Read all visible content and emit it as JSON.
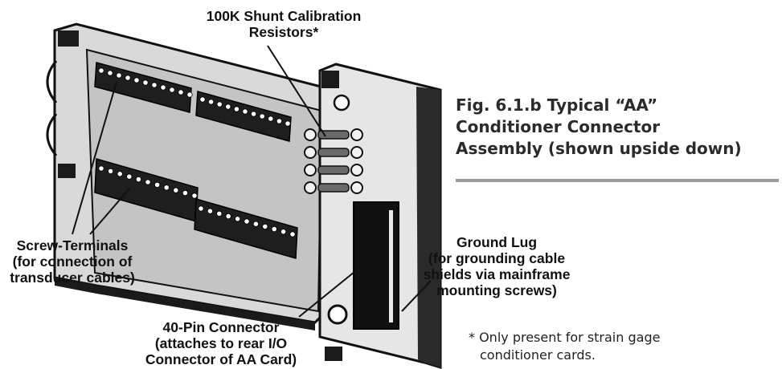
{
  "callouts": {
    "shunt": [
      "100K Shunt Calibration",
      "Resistors*"
    ],
    "screw_terminals": [
      "Screw-Terminals",
      "(for connection of",
      "transducer cables)"
    ],
    "ground_lug": [
      "Ground Lug",
      "(for grounding cable",
      "shields via mainframe",
      "mounting screws)"
    ],
    "connector": [
      "40-Pin Connector",
      "(attaches to rear I/O",
      "Connector of AA Card)"
    ]
  },
  "caption": {
    "line1": "Fig. 6.1.b  Typical “AA”",
    "line2": "Conditioner Connector",
    "line3": "Assembly (shown upside down)"
  },
  "footnote": {
    "line1": "* Only present for strain gage",
    "line2": "conditioner cards."
  }
}
